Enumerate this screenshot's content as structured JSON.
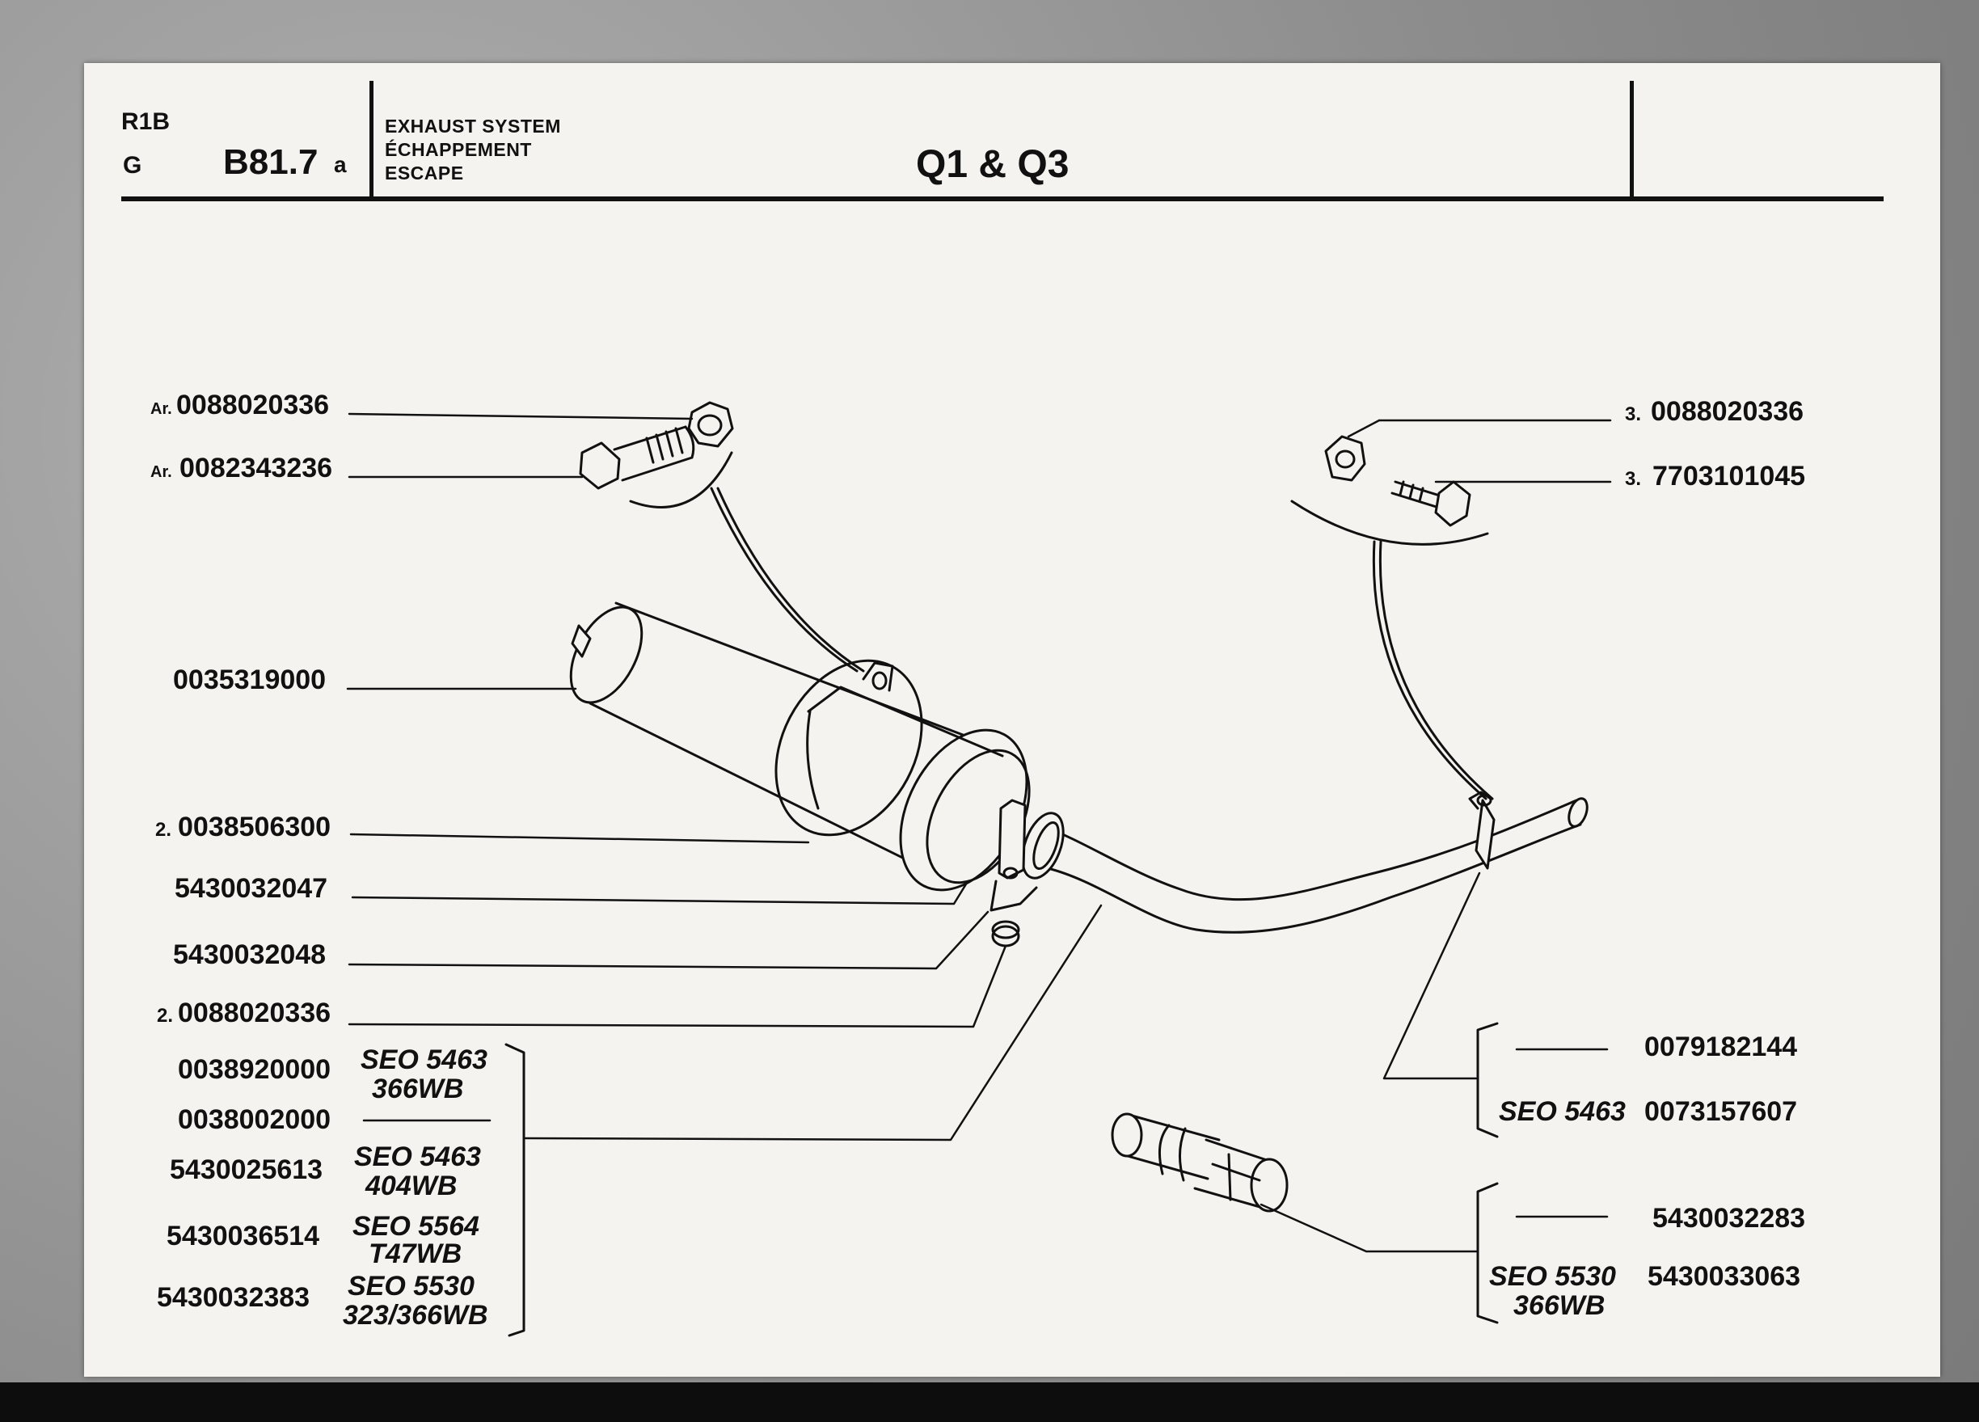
{
  "header": {
    "row1": "R1B",
    "row2": "G",
    "code": "B81.7",
    "code_suffix": "a",
    "title_lines": [
      "EXHAUST SYSTEM",
      "ÉCHAPPEMENT",
      "ESCAPE"
    ],
    "model": "Q1 & Q3"
  },
  "left_labels": {
    "nut_top": {
      "prefix": "Ar.",
      "ref": "0088020336"
    },
    "bolt_top": {
      "prefix": "Ar.",
      "ref": "0082343236"
    },
    "muffler": "0035319000",
    "strap": {
      "prefix": "2.",
      "ref": "0038506300"
    },
    "clamp1": "5430032047",
    "clamp2": "5430032048",
    "nut_low": {
      "prefix": "2.",
      "ref": "0088020336"
    }
  },
  "pipe_options": [
    {
      "ref": "0038920000",
      "seo": "SEO 5463",
      "wb": "366WB"
    },
    {
      "ref": "0038002000",
      "seo": "",
      "wb": ""
    },
    {
      "ref": "5430025613",
      "seo": "SEO 5463",
      "wb": "404WB"
    },
    {
      "ref": "5430036514",
      "seo": "SEO 5564",
      "wb": "T47WB"
    },
    {
      "ref": "5430032383",
      "seo": "SEO 5530",
      "wb": "323/366WB"
    }
  ],
  "right_labels": {
    "nut": {
      "prefix": "3.",
      "ref": "0088020336"
    },
    "bolt": {
      "prefix": "3.",
      "ref": "7703101045"
    },
    "hanger_a": "0079182144",
    "hanger_b": {
      "seo": "SEO 5463",
      "ref": "0073157607"
    },
    "sleeve_a": "5430032283",
    "sleeve_b": {
      "seo": "SEO 5530",
      "ref": "5430033063",
      "wb": "366WB"
    }
  }
}
